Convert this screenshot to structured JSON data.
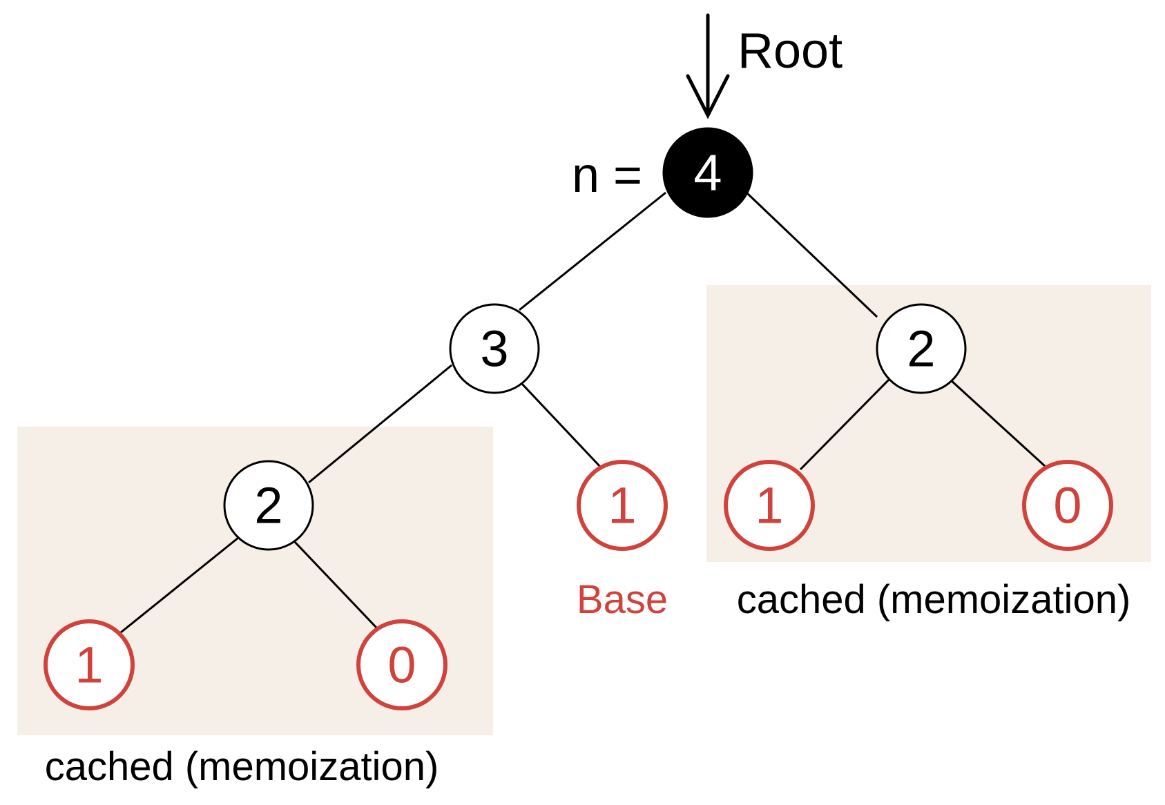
{
  "colors": {
    "base": "#d0423c",
    "highlight": "#f5efe8",
    "root_fill": "#000000",
    "edge": "#000000"
  },
  "root": {
    "arrow_label": "Root",
    "node_label": "n =",
    "value": "4"
  },
  "nodes": {
    "level1_left": "3",
    "level1_right": "2",
    "level2_left": "2",
    "level2_base": "1",
    "level2_right_a": "1",
    "level2_right_b": "0",
    "level3_left_a": "1",
    "level3_left_b": "0"
  },
  "labels": {
    "base": "Base",
    "cached_right": "cached (memoization)",
    "cached_left": "cached (memoization)"
  }
}
